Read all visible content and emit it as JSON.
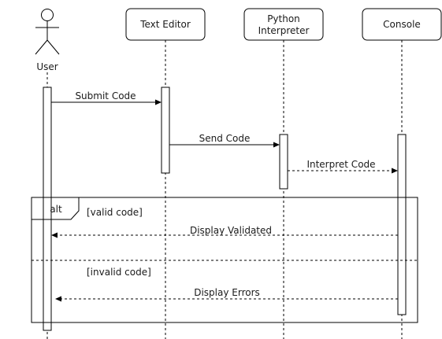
{
  "participants": {
    "user": {
      "label": "User",
      "kind": "actor"
    },
    "editor": {
      "label": "Text Editor",
      "kind": "box"
    },
    "python": {
      "label_line1": "Python",
      "label_line2": "Interpreter",
      "kind": "box"
    },
    "console": {
      "label": "Console",
      "kind": "box"
    }
  },
  "messages": [
    {
      "from": "user",
      "to": "editor",
      "label": "Submit Code",
      "style": "solid"
    },
    {
      "from": "editor",
      "to": "python",
      "label": "Send Code",
      "style": "solid"
    },
    {
      "from": "python",
      "to": "console",
      "label": "Interpret Code",
      "style": "dashed"
    },
    {
      "from": "console",
      "to": "user",
      "label": "Display Validated",
      "style": "dashed"
    },
    {
      "from": "console",
      "to": "user",
      "label": "Display Errors",
      "style": "dashed"
    }
  ],
  "fragment": {
    "operator": "alt",
    "guard1": "[valid code]",
    "guard2": "[invalid code]"
  },
  "colors": {
    "stroke": "#000000",
    "text": "#1a1a1a",
    "background": "#ffffff"
  }
}
